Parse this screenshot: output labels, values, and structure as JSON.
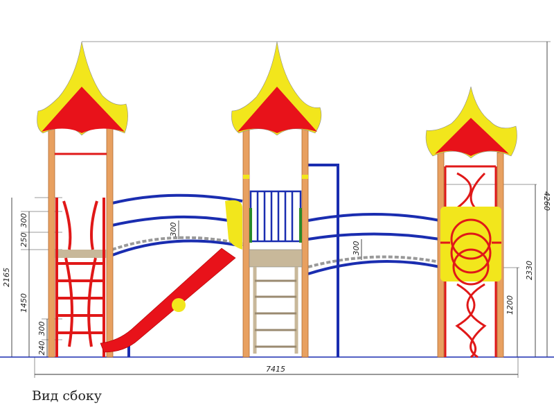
{
  "caption": "Вид сбоку",
  "dimensions": {
    "total_height": "4260",
    "total_width": "7415",
    "left_tower_height": "2165",
    "left_upper_step": "300",
    "left_rail_gap": "250",
    "left_platform_height": "1450",
    "left_lower_step": "300",
    "left_bottom_step": "240",
    "bridge1_sag": "300",
    "bridge2_sag": "300",
    "right_rail_height": "2330",
    "right_platform_height": "1200"
  },
  "colors": {
    "post": "#e8a060",
    "roof_red": "#e8121a",
    "roof_yellow": "#f2e61c",
    "rail_blue": "#1a2db0",
    "frame_red": "#e01818",
    "deck": "#c8b89a"
  }
}
